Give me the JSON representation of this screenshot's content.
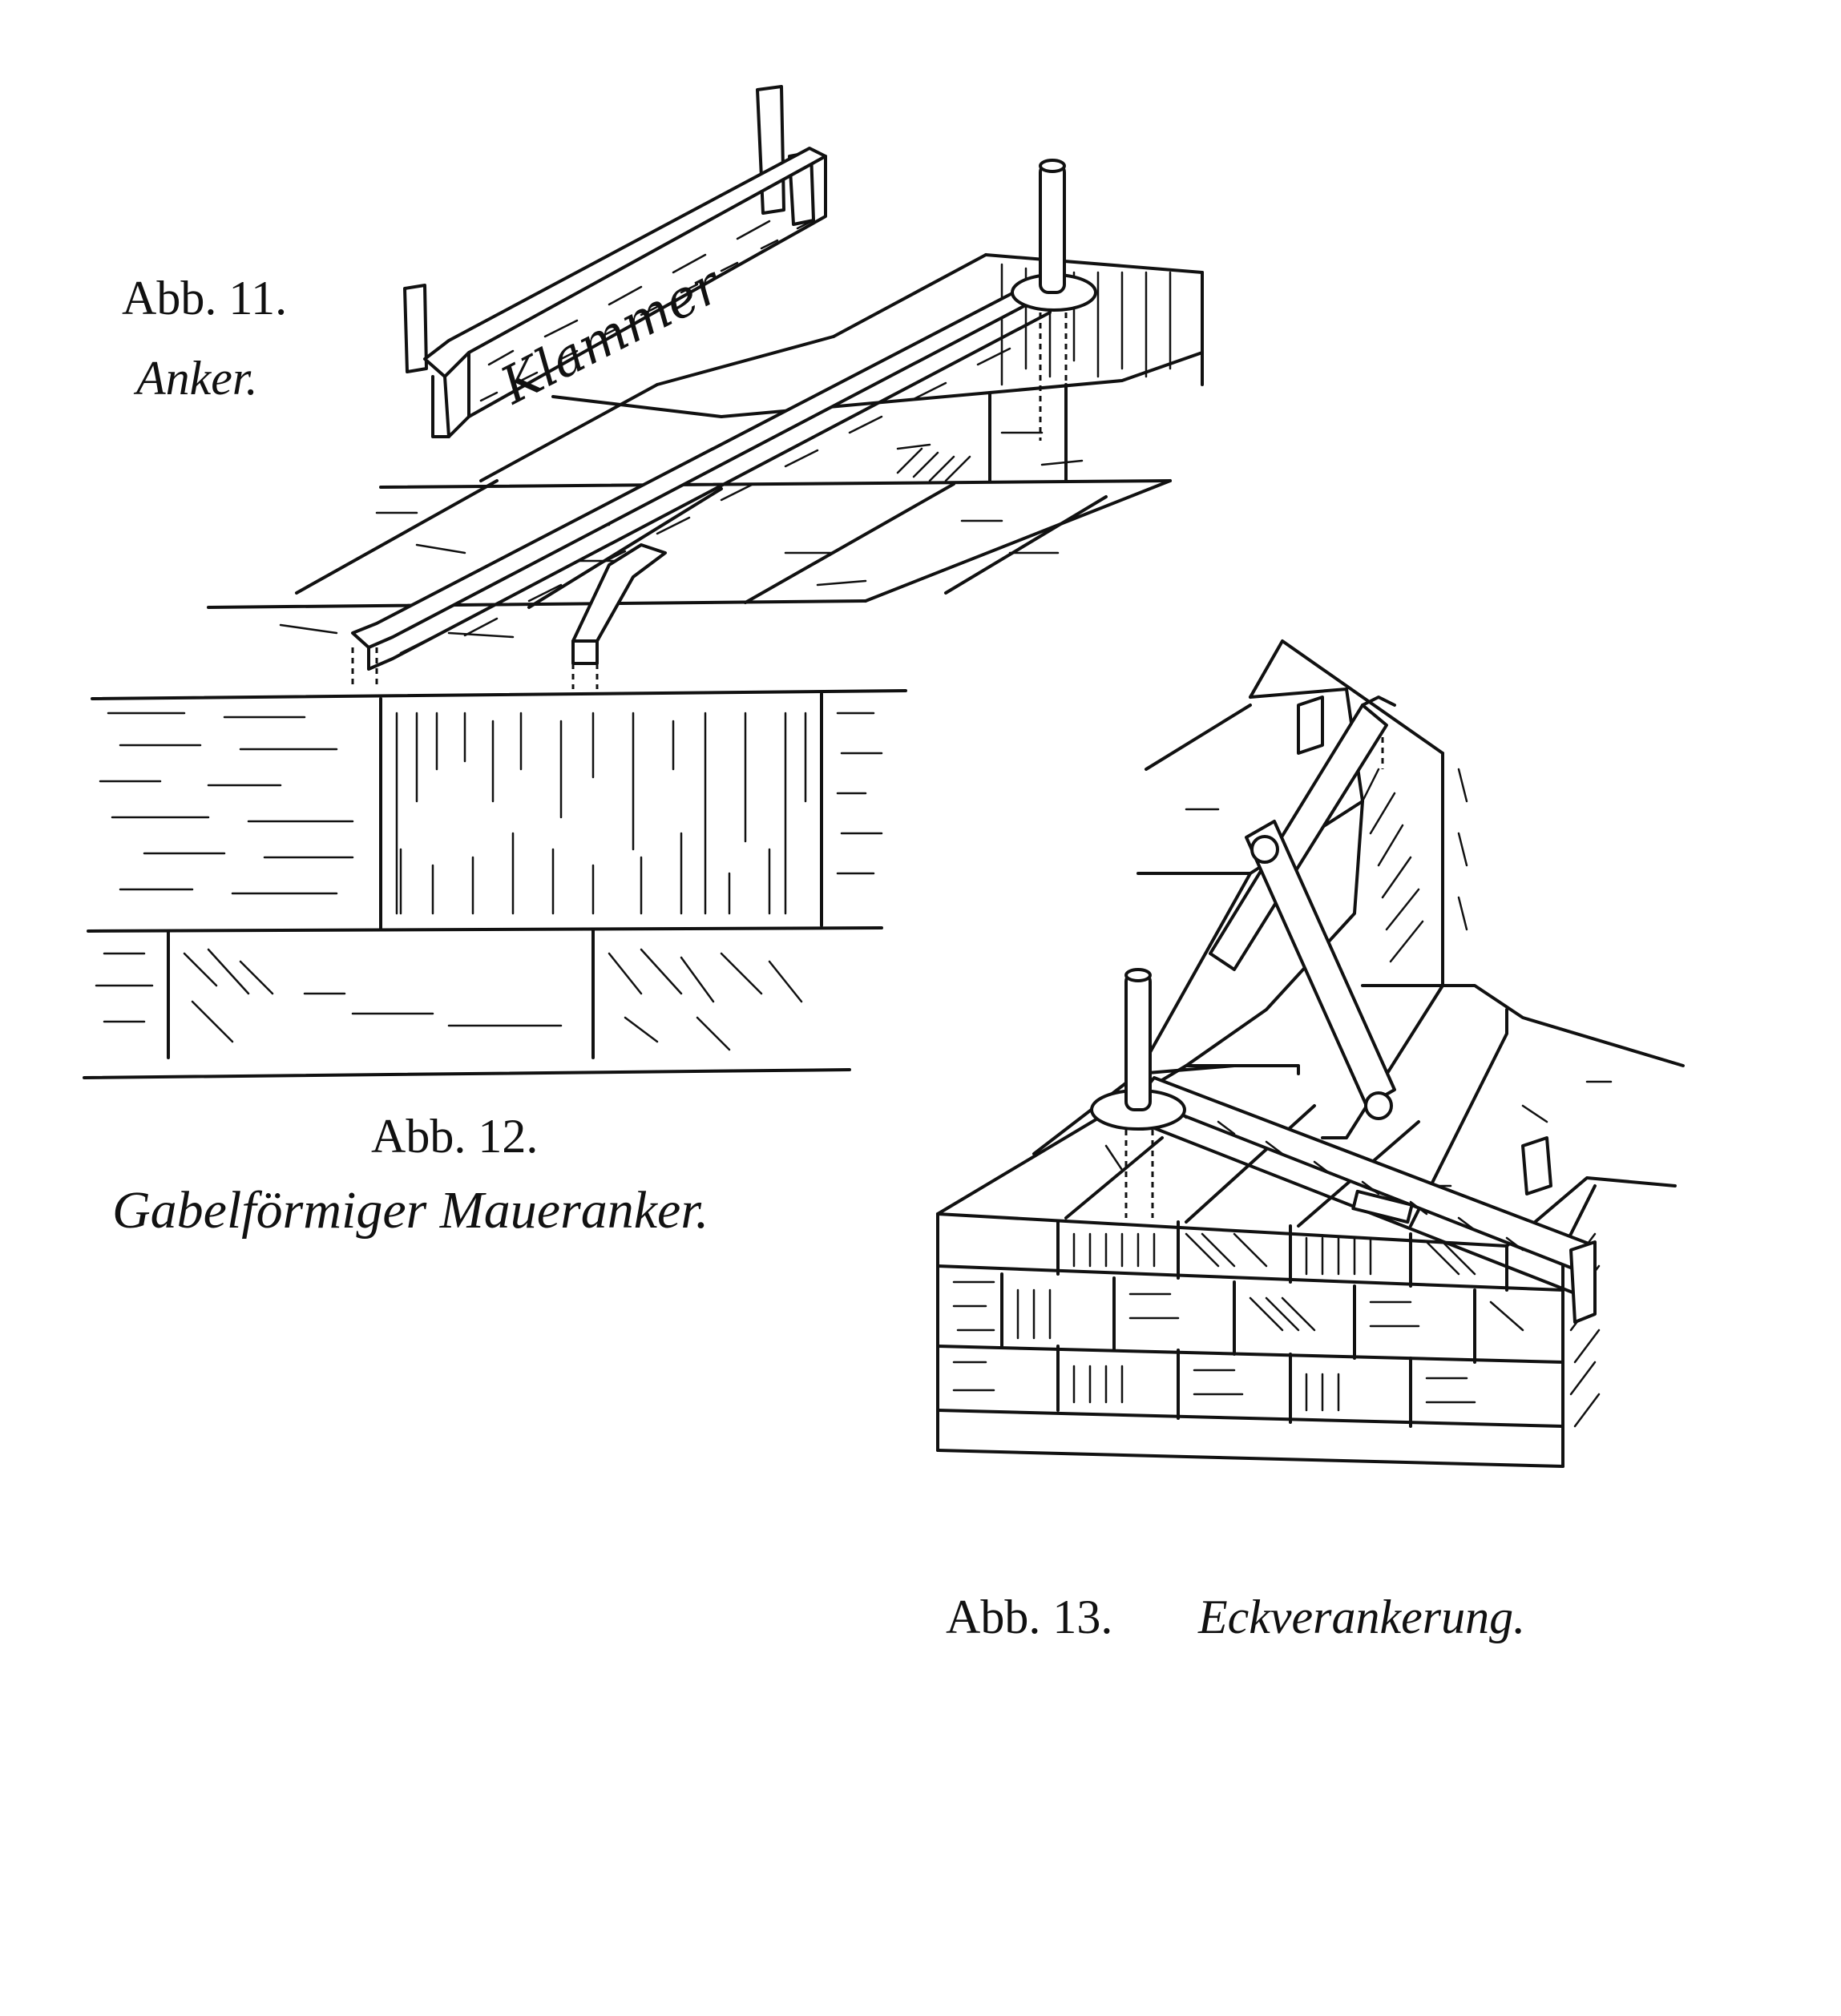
{
  "figures": {
    "fig11": {
      "number": "Abb. 11.",
      "title": "Anker.",
      "inscription": "Klammer"
    },
    "fig12": {
      "number": "Abb. 12.",
      "title": "Gabelförmiger Maueranker."
    },
    "fig13": {
      "number": "Abb. 13.",
      "title": "Eckverankerung."
    }
  }
}
